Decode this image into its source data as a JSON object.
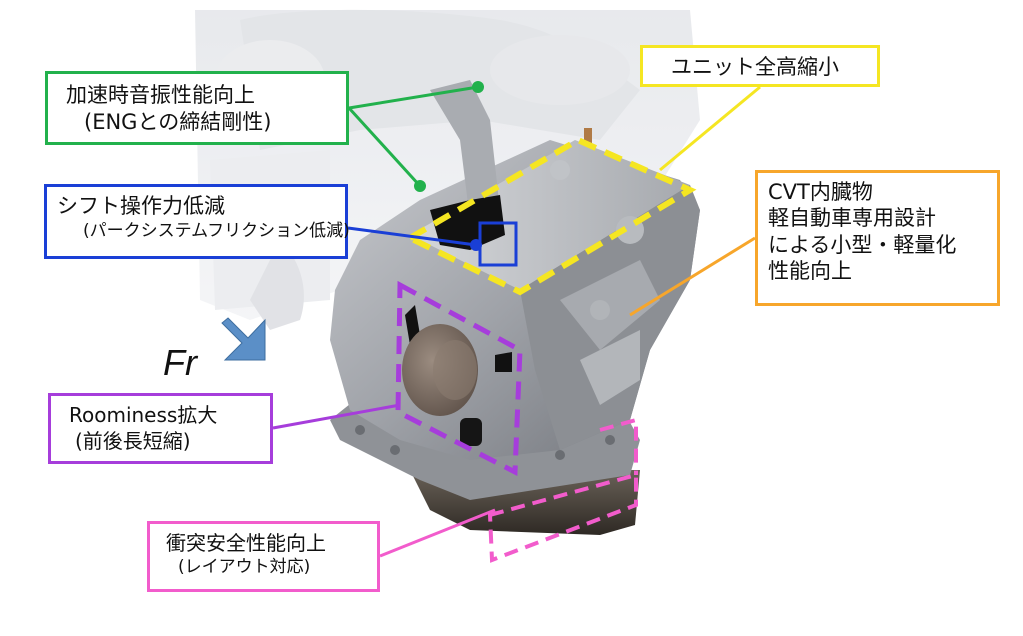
{
  "colors": {
    "green": "#22b14c",
    "blue": "#1a3fd6",
    "yellow": "#f5e622",
    "orange": "#f7a62b",
    "purple": "#a63ddb",
    "pink": "#f25ccc",
    "arrow": "#5b8fc7"
  },
  "icons": {
    "direction_arrow": "arrow-down-left-icon"
  },
  "direction_label": "Fr",
  "callouts": {
    "green": {
      "line1": "加速時音振性能向上",
      "line2": "(ENGとの締結剛性)"
    },
    "blue": {
      "line1": "シフト操作力低減",
      "line2": "(パークシステムフリクション低減)"
    },
    "yellow": {
      "line1": "ユニット全高縮小"
    },
    "orange": {
      "line1": "CVT内臓物",
      "line2": "軽自動車専用設計",
      "line3": "による小型・軽量化",
      "line4": "性能向上"
    },
    "purple": {
      "line1": "Roominess拡大",
      "line2": "(前後長短縮)"
    },
    "pink": {
      "line1": "衝突安全性能向上",
      "line2": "(レイアウト対応)"
    }
  }
}
